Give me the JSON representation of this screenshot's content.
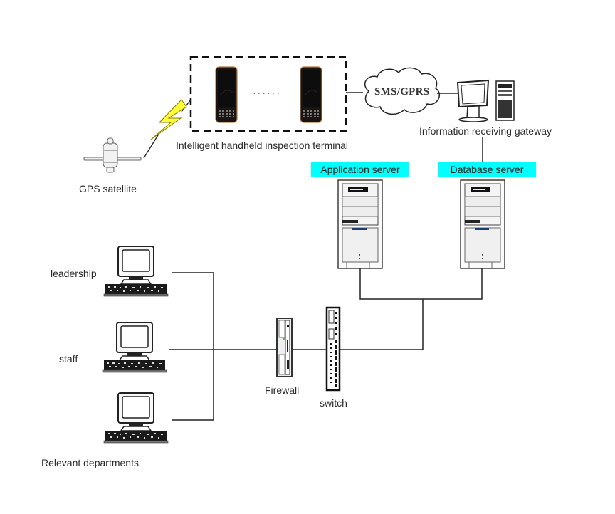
{
  "diagram": {
    "title": "Intelligent inspection system network topology",
    "nodes": {
      "handheld_terminal": {
        "label": "Intelligent handheld inspection terminal",
        "ellipsis": "······"
      },
      "gps_satellite": {
        "label": "GPS satellite"
      },
      "network_cloud": {
        "label": "SMS/GPRS"
      },
      "gateway": {
        "label": "Information receiving gateway"
      },
      "application_server": {
        "label": "Application server"
      },
      "database_server": {
        "label": "Database server"
      },
      "firewall": {
        "label": "Firewall"
      },
      "switch": {
        "label": "switch"
      },
      "client_leadership": {
        "label": "leadership"
      },
      "client_staff": {
        "label": "staff"
      },
      "client_departments": {
        "label": "Relevant departments"
      }
    },
    "edges": [
      {
        "from": "gps_satellite",
        "to": "handheld_terminal",
        "type": "wireless"
      },
      {
        "from": "handheld_terminal",
        "to": "network_cloud",
        "type": "wired"
      },
      {
        "from": "network_cloud",
        "to": "gateway",
        "type": "wired"
      },
      {
        "from": "gateway",
        "to": "database_server",
        "type": "wired"
      },
      {
        "from": "application_server",
        "to": "switch",
        "type": "wired"
      },
      {
        "from": "database_server",
        "to": "switch",
        "type": "wired"
      },
      {
        "from": "switch",
        "to": "firewall",
        "type": "wired"
      },
      {
        "from": "firewall",
        "to": "client_leadership",
        "type": "wired"
      },
      {
        "from": "firewall",
        "to": "client_staff",
        "type": "wired"
      },
      {
        "from": "firewall",
        "to": "client_departments",
        "type": "wired"
      }
    ],
    "colors": {
      "server_label_bg": "#00ffff",
      "lightning": "#ffff33",
      "line": "#333333"
    }
  }
}
